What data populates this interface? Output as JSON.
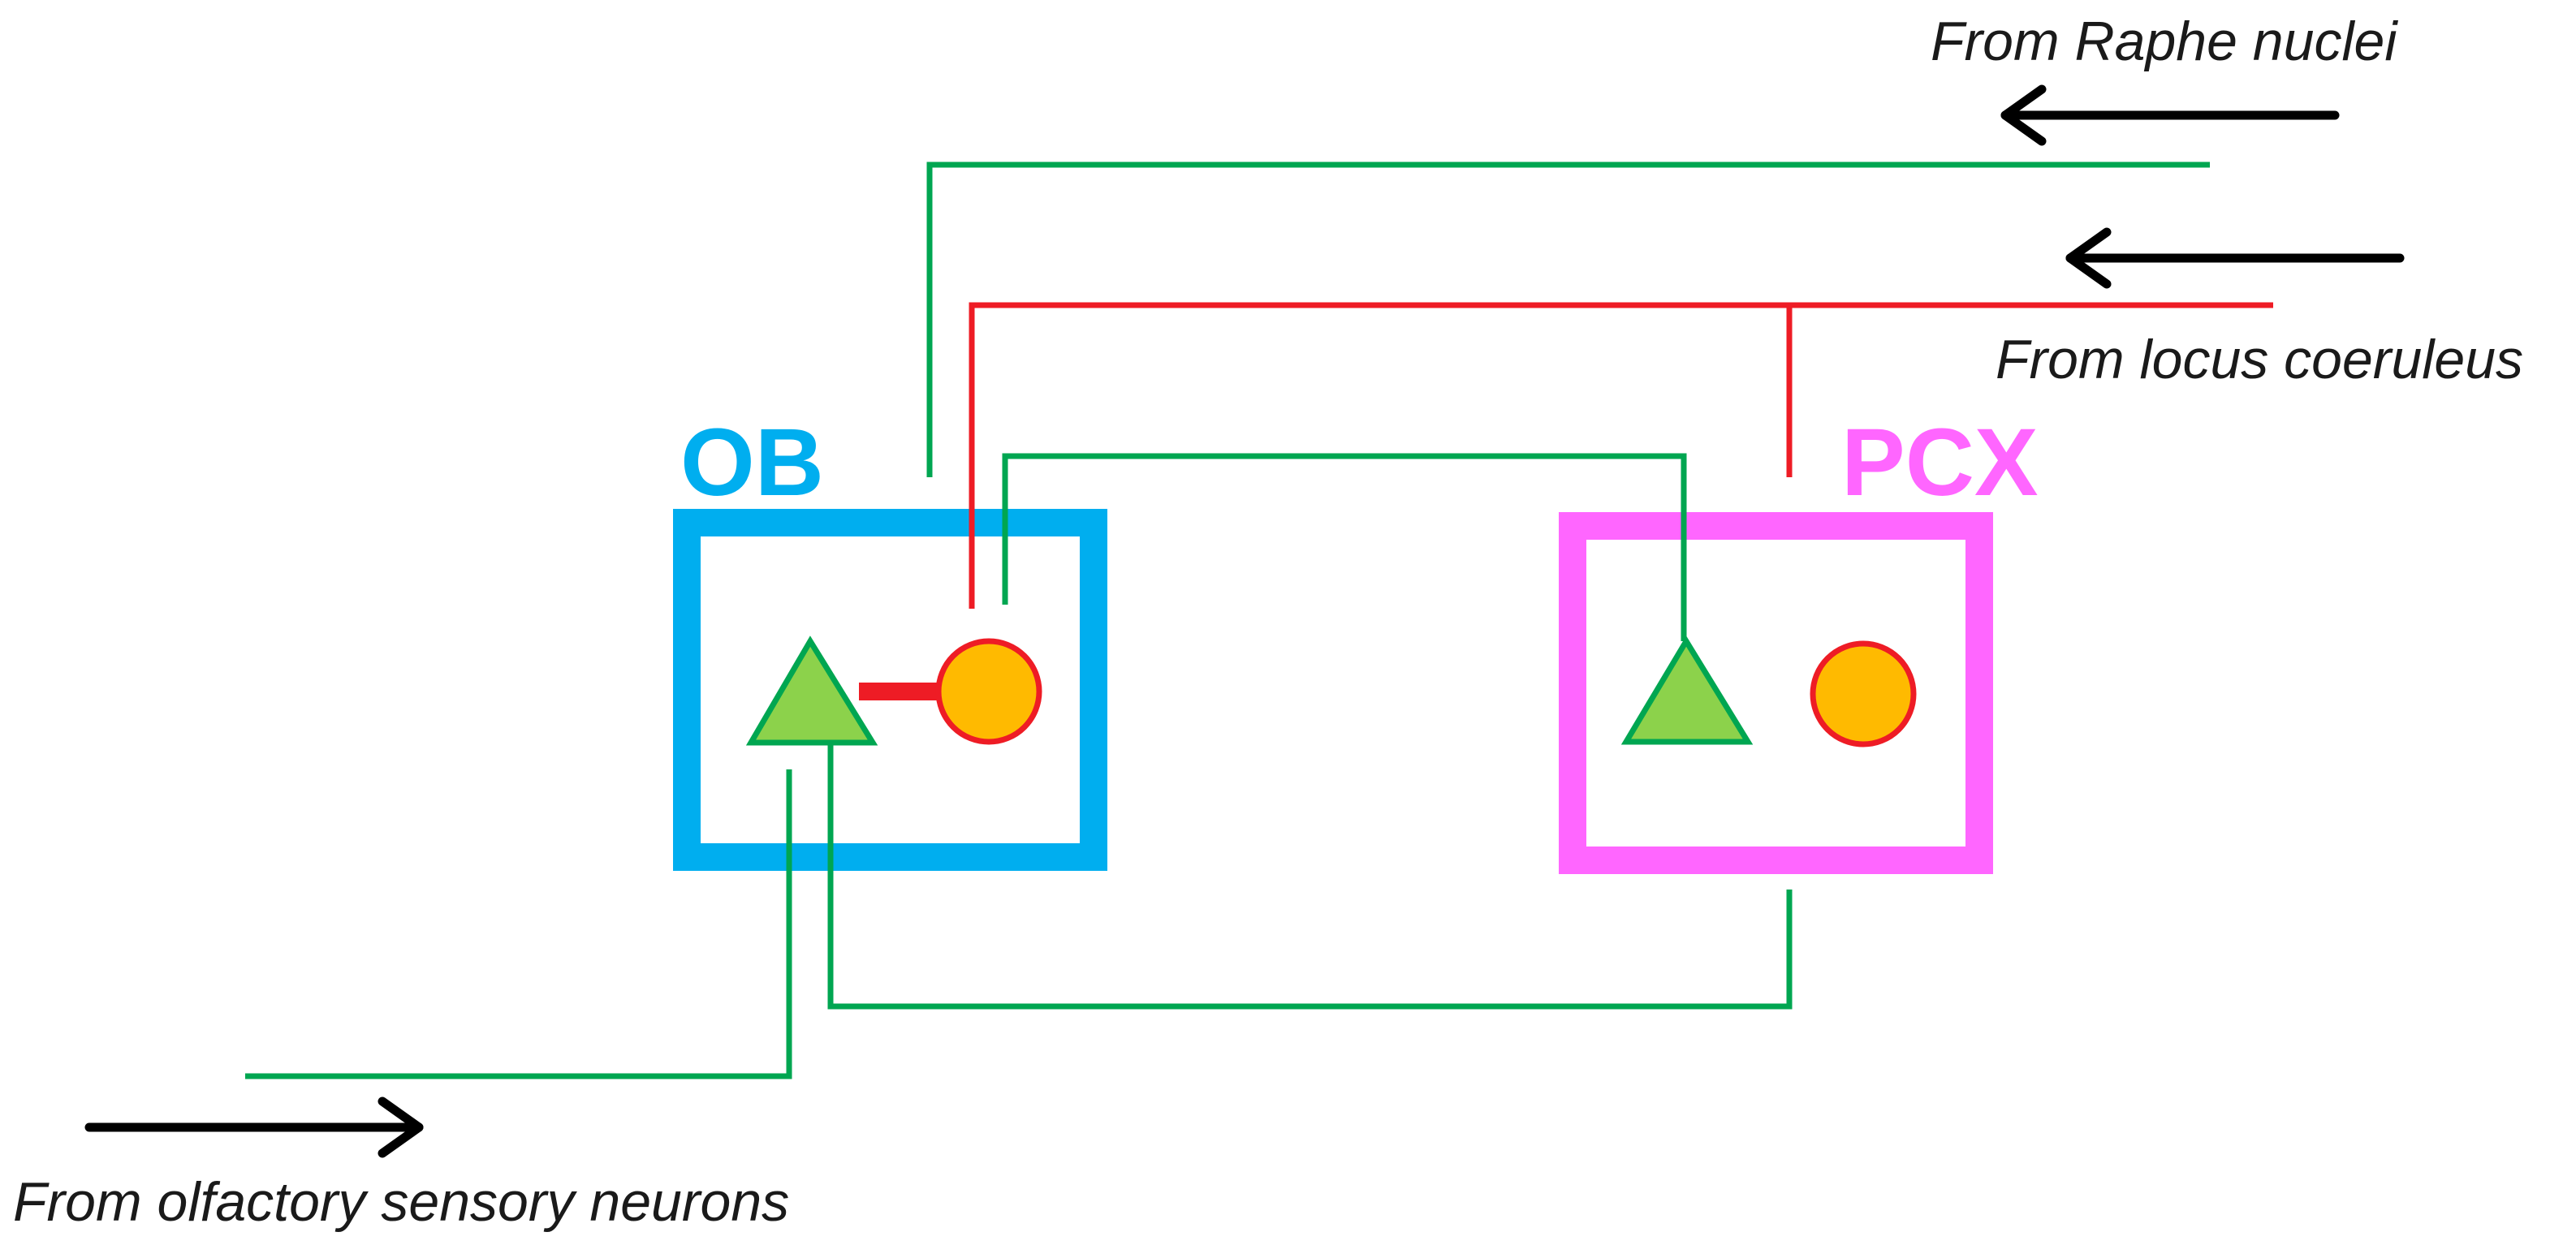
{
  "colors": {
    "ob_box": "#00AEEF",
    "pcx_box": "#FF66FF",
    "excitatory_path": "#00A651",
    "noradrenergic_path": "#EE1C25",
    "inhibitory_synapse": "#EE1C25",
    "triangle_fill": "#8CD24B",
    "triangle_stroke": "#00A651",
    "circle_fill": "#FFBA00",
    "circle_stroke": "#EE1C25",
    "arrow": "#000000"
  },
  "regions": {
    "ob": {
      "label": "OB"
    },
    "pcx": {
      "label": "PCX"
    }
  },
  "inputs": {
    "raphe": {
      "label": "From Raphe nuclei"
    },
    "locus_coeruleus": {
      "label": "From locus coeruleus"
    },
    "olfactory_sensory": {
      "label": "From olfactory sensory neurons"
    }
  }
}
